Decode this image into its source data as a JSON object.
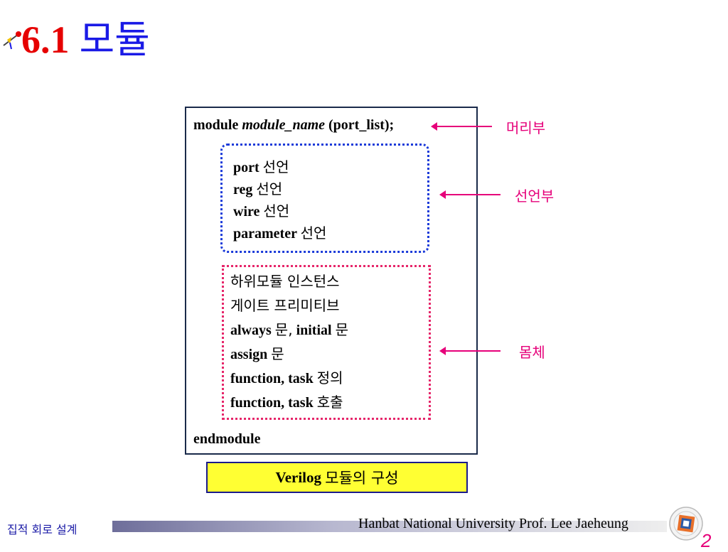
{
  "slide": {
    "title_number": "6.1",
    "title_text": "모듈"
  },
  "module": {
    "header_keyword": "module",
    "header_name": "module_name",
    "header_ports": "(port_list);",
    "end_keyword": "endmodule"
  },
  "declarations": [
    {
      "keyword": "port",
      "text": "선언"
    },
    {
      "keyword": "reg",
      "text": "선언"
    },
    {
      "keyword": "wire",
      "text": "선언"
    },
    {
      "keyword": "parameter",
      "text": "선언"
    }
  ],
  "body_items": {
    "line1": "하위모듈 인스턴스",
    "line2": "게이트 프리미티브",
    "line3_kw1": "always",
    "line3_t1": "문,",
    "line3_kw2": "initial",
    "line3_t2": "문",
    "line4_kw": "assign",
    "line4_t": "문",
    "line5_kw": "function, task",
    "line5_t": "정의",
    "line6_kw": "function, task",
    "line6_t": "호출"
  },
  "labels": {
    "header": "머리부",
    "declaration": "선언부",
    "body": "몸체"
  },
  "caption": {
    "keyword": "Verilog",
    "text": "모듈의 구성"
  },
  "footer": {
    "course": "집적 회로 설계",
    "author": "Hanbat National University Prof. Lee Jaeheung",
    "page": "2"
  },
  "colors": {
    "title_number": "#e60000",
    "title_text": "#1a1ae6",
    "annotation": "#e6007a",
    "declaration_border": "#1a3ad9",
    "body_border": "#e6266a",
    "caption_bg": "#ffff33"
  }
}
